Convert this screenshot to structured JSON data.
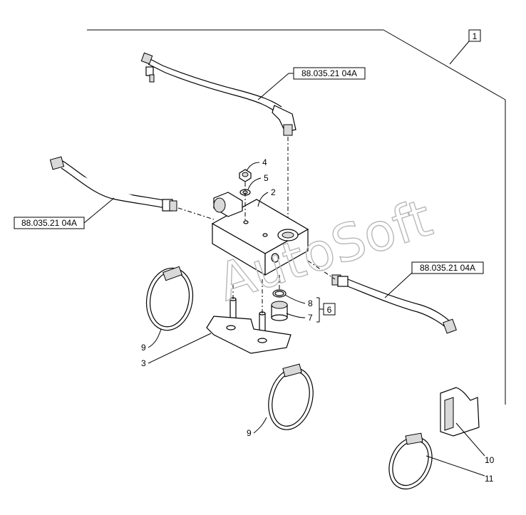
{
  "watermark": "AutoSoft",
  "refs": {
    "top": "88.035.21 04A",
    "left": "88.035.21 04A",
    "right": "88.035.21 04A"
  },
  "assembly_box": "1",
  "kit_box": "6",
  "callouts": {
    "c2": "2",
    "c3": "3",
    "c4": "4",
    "c5": "5",
    "c7": "7",
    "c8": "8",
    "c9a": "9",
    "c9b": "9",
    "c10": "10",
    "c11": "11"
  }
}
